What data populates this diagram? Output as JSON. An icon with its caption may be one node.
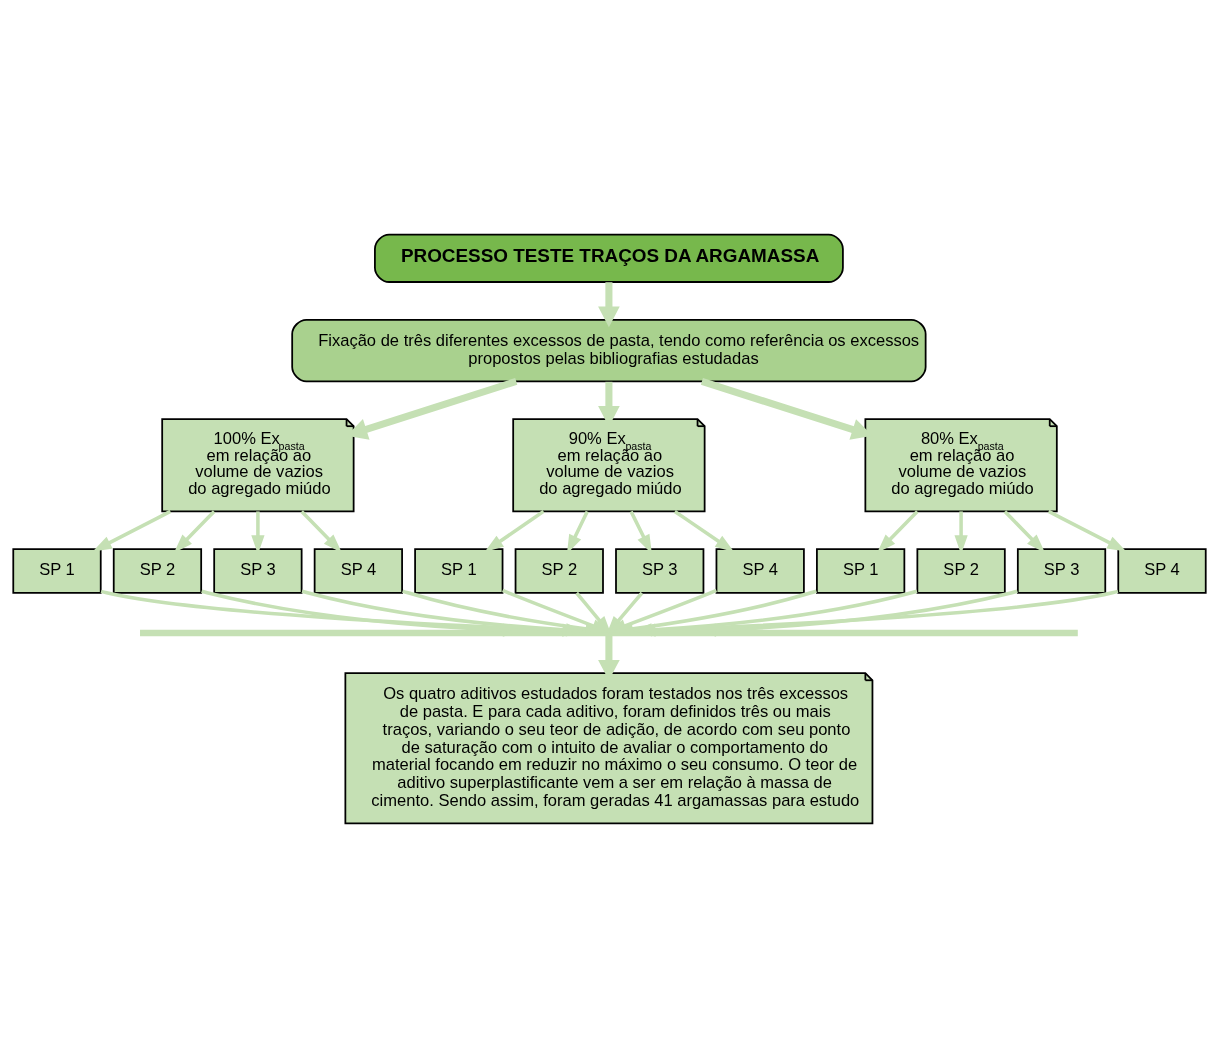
{
  "diagram": {
    "nodes": [
      {
        "text": [
          "PROCESSO TESTE TRAÇOS DA ARGAMASSA"
        ]
      },
      {
        "text": [
          "Fixação de três diferentes excessos de pasta, tendo como referência os excessos propostos pelas bibliografias estudadas"
        ]
      },
      {
        "text": [
          "100% Ex$_{pasta}$ em relação ao volume de vazios do agregado miúdo"
        ]
      },
      {
        "text": [
          "90% Ex$_{pasta}$ em relação ao volume de vazios do agregado miúdo"
        ]
      },
      {
        "text": [
          "80% Ex$_{pasta}$ em relação ao volume de vazios do agregado miúdo"
        ]
      },
      {
        "text": [
          "SP 1"
        ]
      },
      {
        "text": [
          "SP 2"
        ]
      },
      {
        "text": [
          "SP 3"
        ]
      },
      {
        "text": [
          "SP 4"
        ]
      },
      {
        "text": [
          "SP 1"
        ]
      },
      {
        "text": [
          "SP 2"
        ]
      },
      {
        "text": [
          "SP 3"
        ]
      },
      {
        "text": [
          "SP 4"
        ]
      },
      {
        "text": [
          "SP 1"
        ]
      },
      {
        "text": [
          "SP 2"
        ]
      },
      {
        "text": [
          "SP 3"
        ]
      },
      {
        "text": [
          "SP 4"
        ]
      },
      {
        "text": [],
        "shape": "bar"
      },
      {
        "text": [
          "Os quatro aditivos estudados foram testados nos três excessos de pasta. E para cada aditivo, foram definidos três ou mais traços, variando o seu teor de adição, de acordo com seu ponto de saturação com o intuito de avaliar o comportamento do material focando em reduzir no máximo o seu consumo. O teor de aditivo superplastificante vem a ser em relação à massa de cimento. Sendo assim, foram geradas 41 argamassas para estudo"
        ]
      }
    ],
    "edges": [
      {
        "from": 0,
        "to": 1,
        "arrow": "to",
        "style": "thick"
      },
      {
        "from": 1,
        "to": 2,
        "arrow": "to",
        "style": "thick"
      },
      {
        "from": 1,
        "to": 3,
        "arrow": "to",
        "style": "thick"
      },
      {
        "from": 1,
        "to": 4,
        "arrow": "to",
        "style": "thick"
      },
      {
        "from": 2,
        "to": 5,
        "arrow": "to"
      },
      {
        "from": 2,
        "to": 6,
        "arrow": "to"
      },
      {
        "from": 2,
        "to": 7,
        "arrow": "to"
      },
      {
        "from": 2,
        "to": 8,
        "arrow": "to"
      },
      {
        "from": 3,
        "to": 9,
        "arrow": "to"
      },
      {
        "from": 3,
        "to": 10,
        "arrow": "to"
      },
      {
        "from": 3,
        "to": 11,
        "arrow": "to"
      },
      {
        "from": 3,
        "to": 12,
        "arrow": "to"
      },
      {
        "from": 4,
        "to": 13,
        "arrow": "to"
      },
      {
        "from": 4,
        "to": 14,
        "arrow": "to"
      },
      {
        "from": 4,
        "to": 15,
        "arrow": "to"
      },
      {
        "from": 4,
        "to": 16,
        "arrow": "to"
      },
      {
        "from": 5,
        "to": 17,
        "arrow": "to"
      },
      {
        "from": 6,
        "to": 17,
        "arrow": "to"
      },
      {
        "from": 7,
        "to": 17,
        "arrow": "to"
      },
      {
        "from": 8,
        "to": 17,
        "arrow": "to"
      },
      {
        "from": 9,
        "to": 17,
        "arrow": "to"
      },
      {
        "from": 10,
        "to": 17,
        "arrow": "to"
      },
      {
        "from": 11,
        "to": 17,
        "arrow": "to"
      },
      {
        "from": 12,
        "to": 17,
        "arrow": "to"
      },
      {
        "from": 13,
        "to": 17,
        "arrow": "to"
      },
      {
        "from": 14,
        "to": 17,
        "arrow": "to"
      },
      {
        "from": 15,
        "to": 17,
        "arrow": "to"
      },
      {
        "from": 16,
        "to": 17,
        "arrow": "to"
      },
      {
        "from": 17,
        "to": 18,
        "arrow": "to",
        "style": "thick"
      }
    ]
  }
}
